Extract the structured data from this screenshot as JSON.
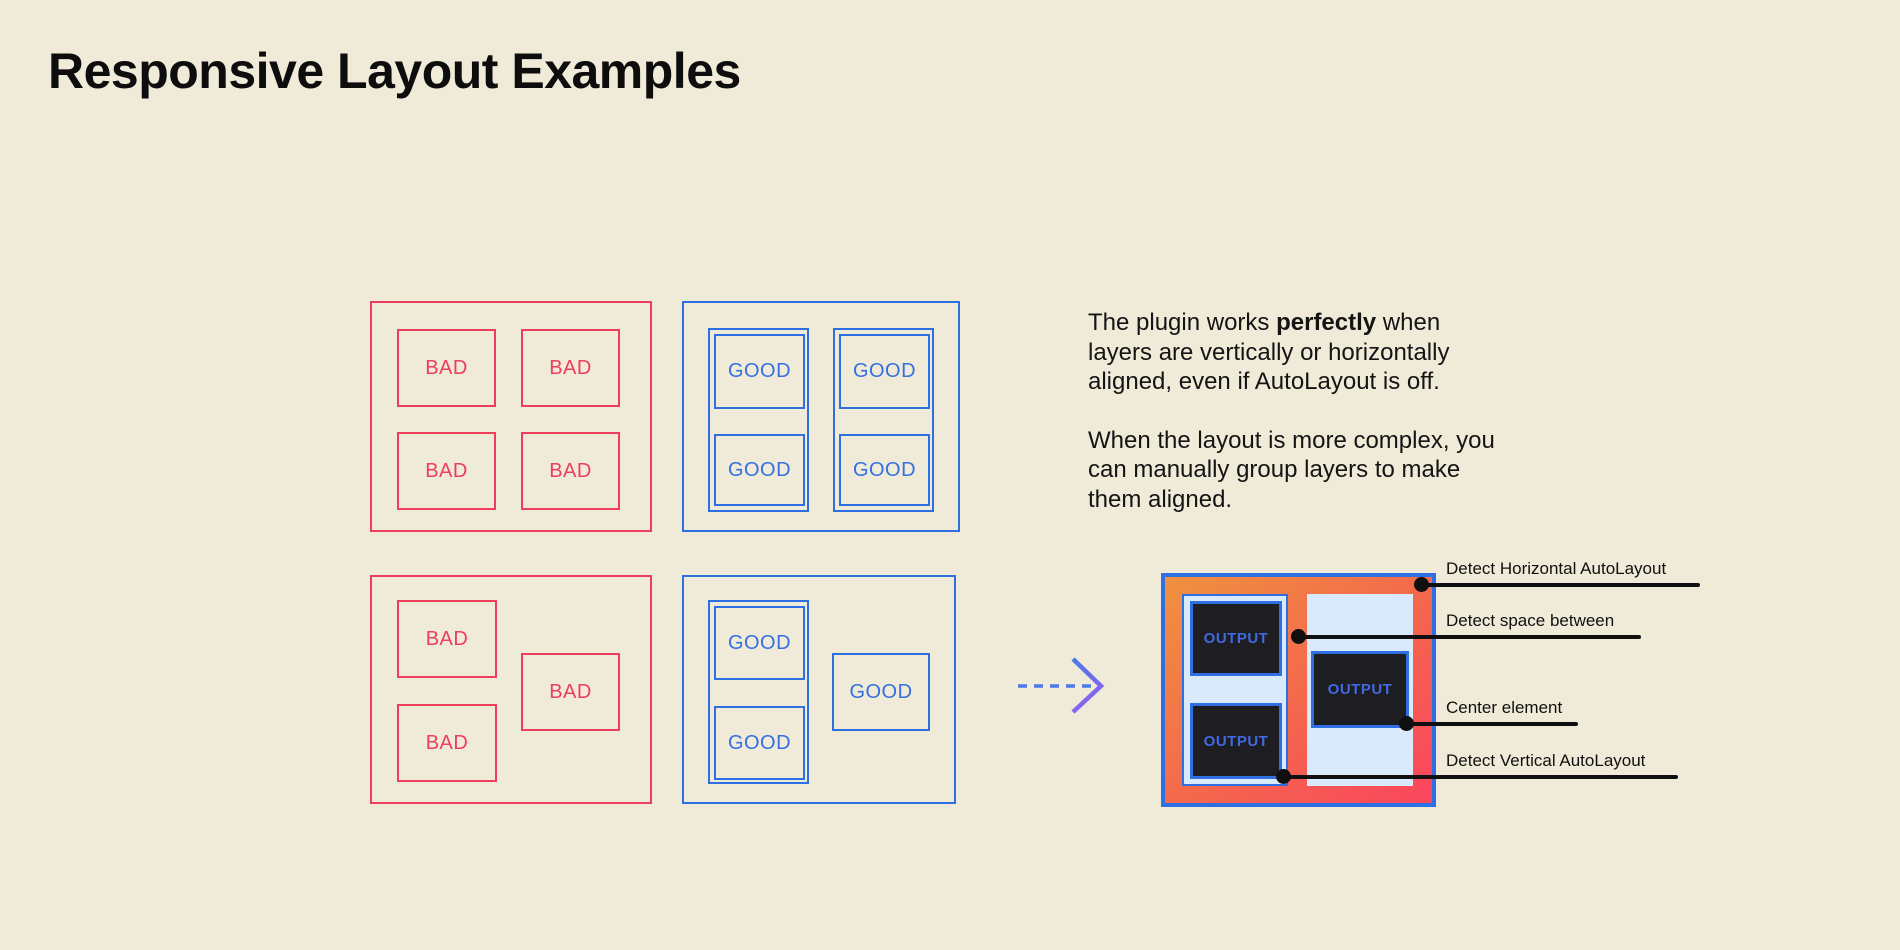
{
  "title": "Responsive Layout Examples",
  "labels": {
    "bad": "BAD",
    "good": "GOOD",
    "output": "OUTPUT"
  },
  "description": {
    "p1_line1_before": "The plugin works ",
    "p1_line1_bold": "perfectly",
    "p1_line1_after": " when",
    "p1_line2": "layers are vertically or horizontally",
    "p1_line3": "aligned, even if AutoLayout is off.",
    "p2_line1": "When the layout is more complex, you",
    "p2_line2": "can manually group layers to make",
    "p2_line3": "them aligned."
  },
  "annotations": [
    {
      "label": "Detect Horizontal AutoLayout"
    },
    {
      "label": "Detect space between"
    },
    {
      "label": "Center element"
    },
    {
      "label": "Detect Vertical AutoLayout"
    }
  ],
  "colors": {
    "background": "#f0ead9",
    "bad_red": "#ee3d5d",
    "good_blue": "#2e6fe3",
    "light_blue_fill": "#d8eafc",
    "output_dark": "#1d1d22",
    "output_text_blue": "#4169e0",
    "gradient_orange": "#f0913f",
    "gradient_red": "#fa455f",
    "annotation_black": "#101010",
    "arrow_blue": "#4b79e8",
    "arrow_purple": "#8a63f0"
  }
}
